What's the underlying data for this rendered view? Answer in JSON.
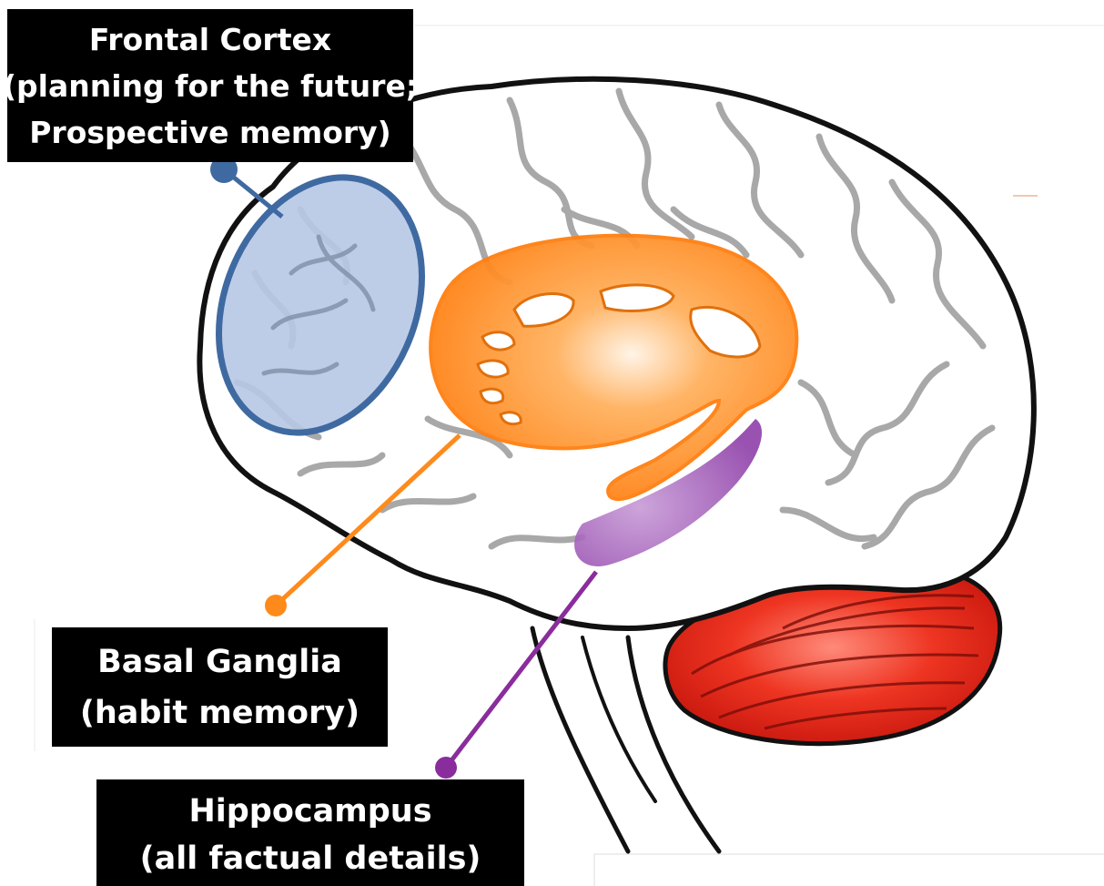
{
  "labels": {
    "frontal": {
      "title": "Frontal Cortex",
      "line2": "(planning for the future;",
      "line3": "Prospective memory)",
      "color": "#3f6aa1"
    },
    "basal": {
      "title": "Basal Ganglia",
      "line2": "(habit memory)",
      "color": "#ff8a1c"
    },
    "hippo": {
      "title": "Hippocampus",
      "line2": "(all factual details)",
      "color": "#8a2d9c"
    }
  },
  "colors": {
    "brain_outline": "#111111",
    "sulci": "#9a9a9a",
    "frontal_fill": "#b7c8e4",
    "basal_fill": "#ff8a1c",
    "cerebellum": "#e8261a",
    "hippocampus": "#9b4fb3"
  }
}
